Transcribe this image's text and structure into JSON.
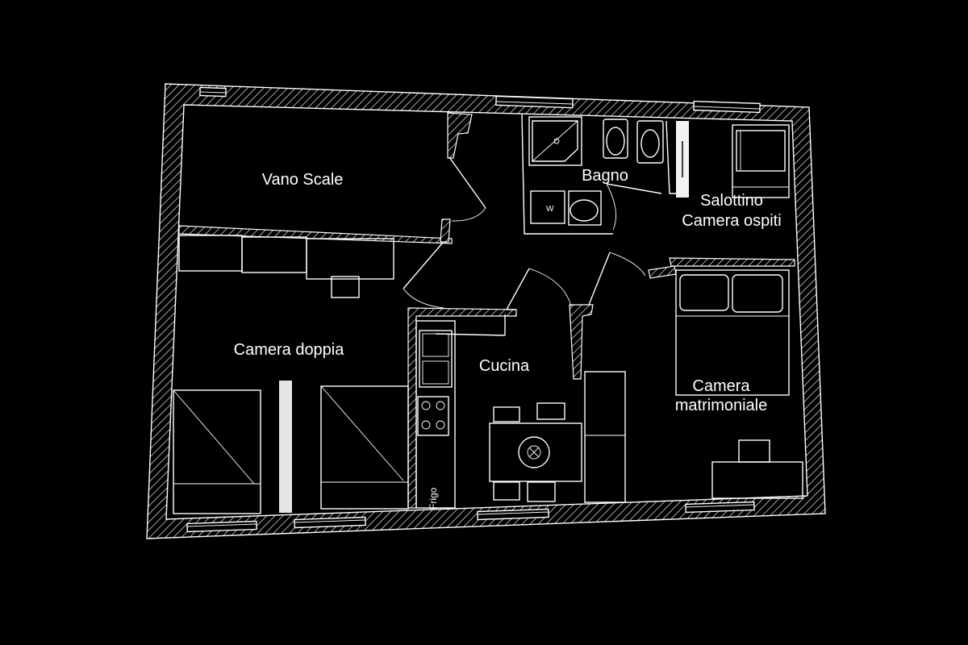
{
  "rooms": {
    "vano_scale": "Vano Scale",
    "bagno": "Bagno",
    "salottino": "Salottino",
    "camera_ospiti": "Camera ospiti",
    "camera_doppia": "Camera doppia",
    "cucina": "Cucina",
    "camera_line1": "Camera",
    "camera_line2": "matrimoniale"
  },
  "fixtures": {
    "frigo": "Frigo",
    "washer_mark": "W"
  },
  "colors": {
    "background": "#000000",
    "lines": "#ffffff",
    "partition": "#e6e6e6"
  }
}
